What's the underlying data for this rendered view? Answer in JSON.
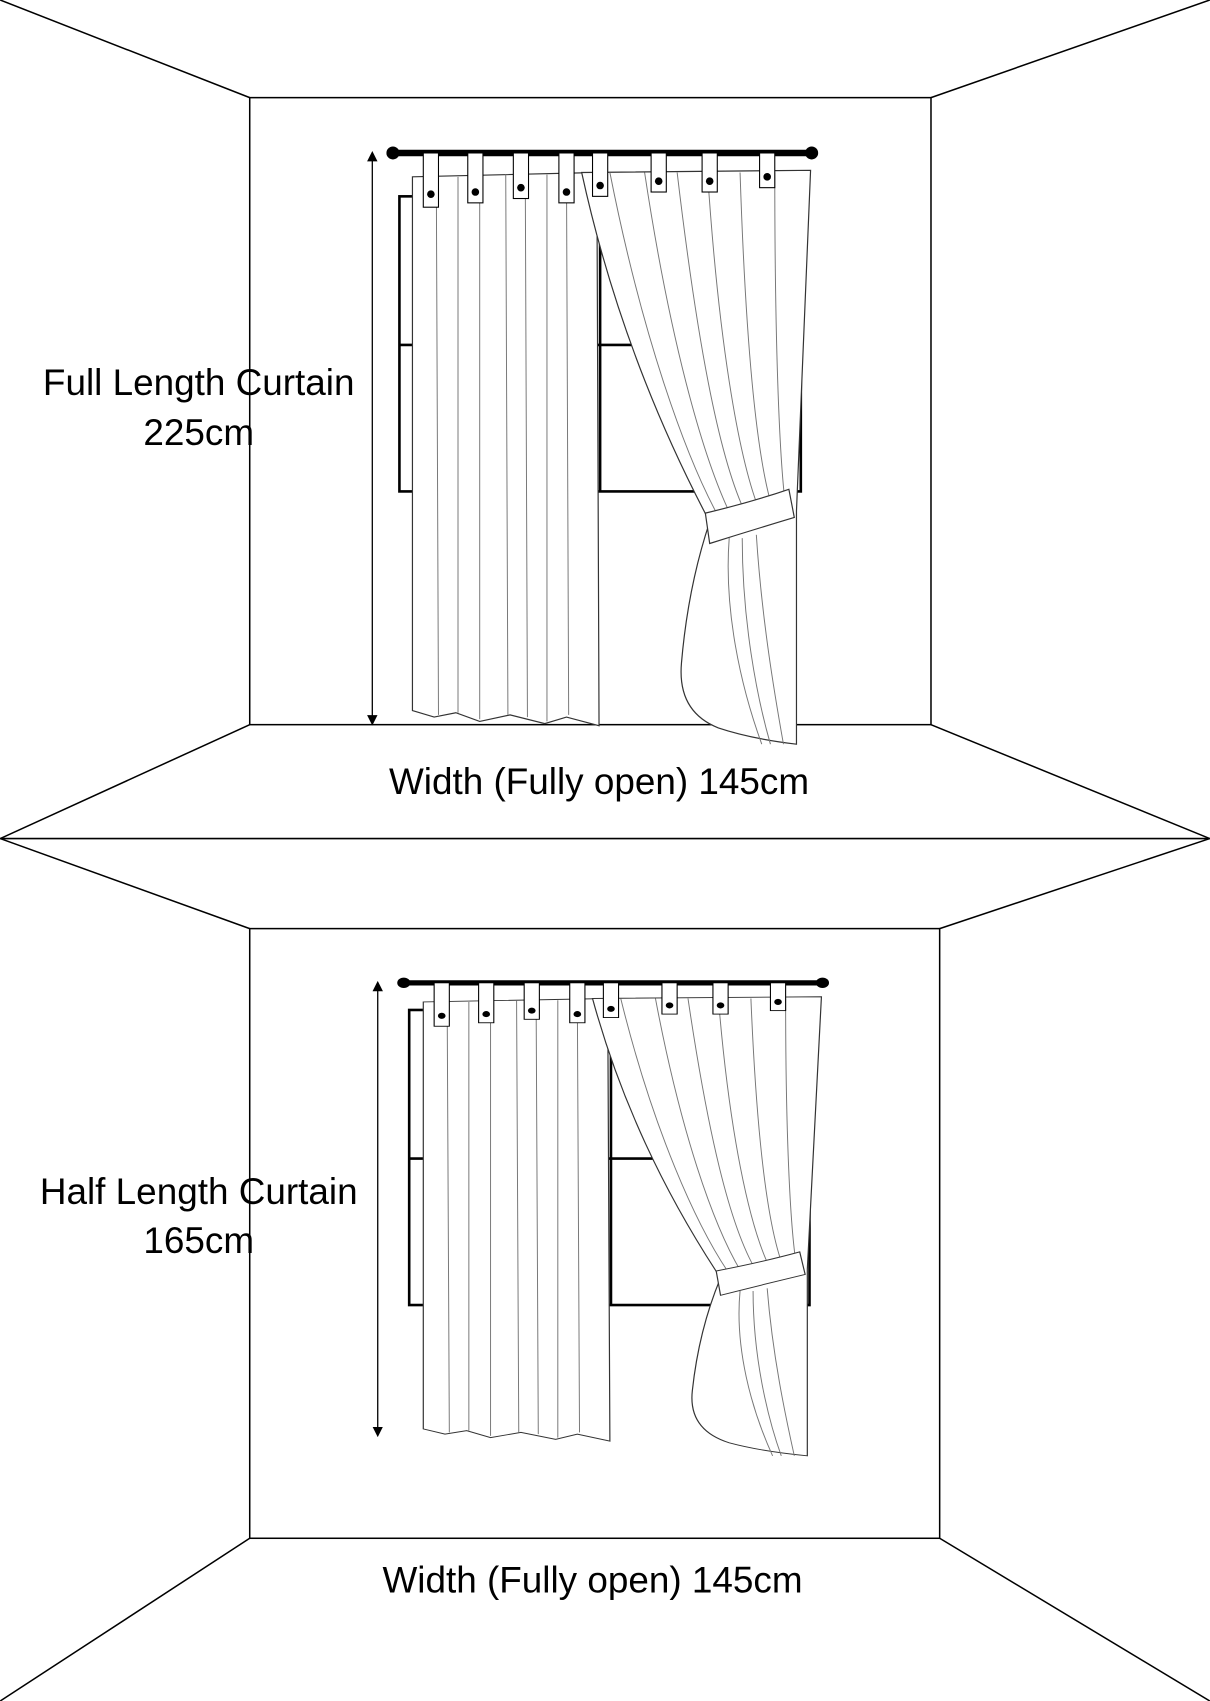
{
  "diagrams": [
    {
      "title_line1": "Full Length Curtain",
      "title_line2": "225cm",
      "width_label": "Width (Fully open) 145cm"
    },
    {
      "title_line1": "Half Length Curtain",
      "title_line2": "165cm",
      "width_label": "Width (Fully open) 145cm"
    }
  ],
  "colors": {
    "line": "#000000",
    "background": "#ffffff"
  }
}
